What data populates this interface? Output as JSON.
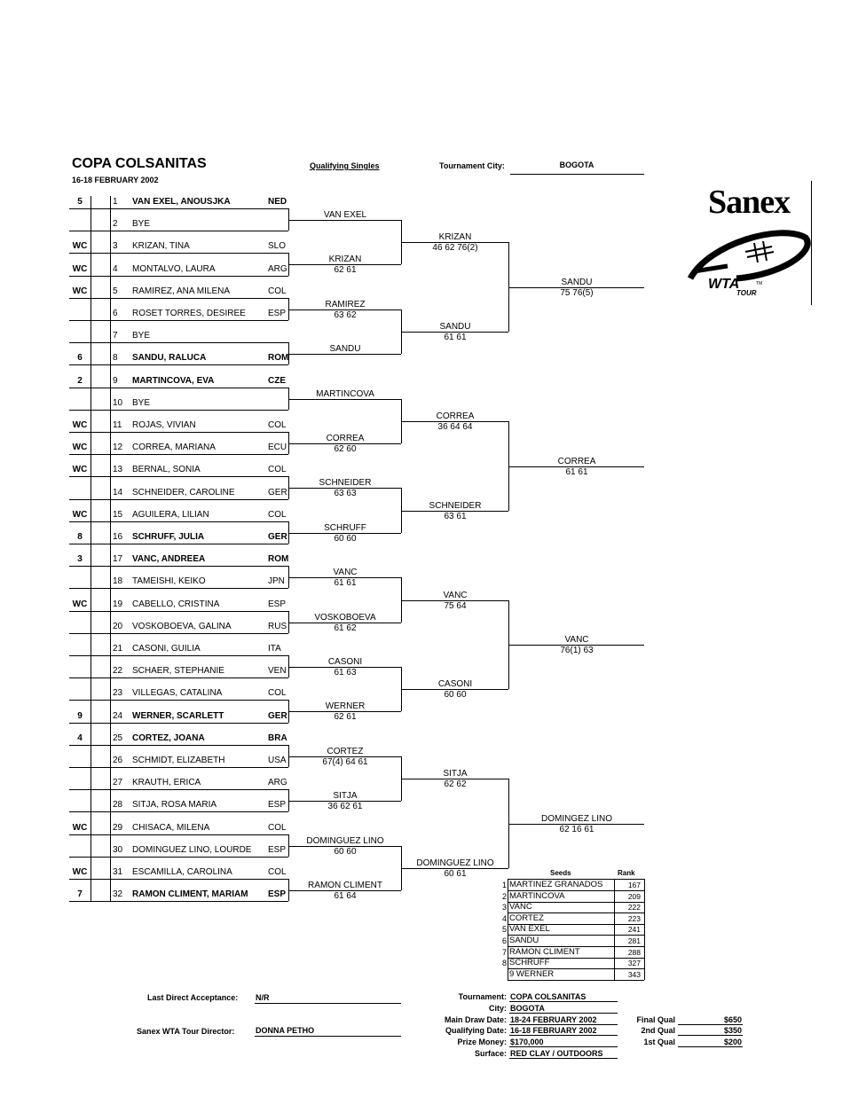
{
  "header": {
    "title": "COPA COLSANITAS",
    "dates": "16-18 FEBRUARY 2002",
    "draw_type": "Qualifying Singles",
    "city_label": "Tournament City:",
    "city": "BOGOTA"
  },
  "logo": {
    "brand": "Sanex",
    "tour": "WTA",
    "tour_sub": "TOUR",
    "tm": "TM"
  },
  "players": [
    {
      "seed": "5",
      "num": "1",
      "name": "VAN EXEL, ANOUSJKA",
      "nat": "NED",
      "bold": true
    },
    {
      "seed": "",
      "num": "2",
      "name": "BYE",
      "nat": "",
      "bold": false
    },
    {
      "seed": "WC",
      "num": "3",
      "name": "KRIZAN, TINA",
      "nat": "SLO",
      "bold": false
    },
    {
      "seed": "WC",
      "num": "4",
      "name": "MONTALVO, LAURA",
      "nat": "ARG",
      "bold": false
    },
    {
      "seed": "WC",
      "num": "5",
      "name": "RAMIREZ, ANA MILENA",
      "nat": "COL",
      "bold": false
    },
    {
      "seed": "",
      "num": "6",
      "name": "ROSET TORRES, DESIREE",
      "nat": "ESP",
      "bold": false
    },
    {
      "seed": "",
      "num": "7",
      "name": "BYE",
      "nat": "",
      "bold": false
    },
    {
      "seed": "6",
      "num": "8",
      "name": "SANDU, RALUCA",
      "nat": "ROM",
      "bold": true
    },
    {
      "seed": "2",
      "num": "9",
      "name": "MARTINCOVA, EVA",
      "nat": "CZE",
      "bold": true
    },
    {
      "seed": "",
      "num": "10",
      "name": "BYE",
      "nat": "",
      "bold": false
    },
    {
      "seed": "WC",
      "num": "11",
      "name": "ROJAS, VIVIAN",
      "nat": "COL",
      "bold": false
    },
    {
      "seed": "WC",
      "num": "12",
      "name": "CORREA, MARIANA",
      "nat": "ECU",
      "bold": false
    },
    {
      "seed": "WC",
      "num": "13",
      "name": "BERNAL, SONIA",
      "nat": "COL",
      "bold": false
    },
    {
      "seed": "",
      "num": "14",
      "name": "SCHNEIDER, CAROLINE",
      "nat": "GER",
      "bold": false
    },
    {
      "seed": "WC",
      "num": "15",
      "name": "AGUILERA, LILIAN",
      "nat": "COL",
      "bold": false
    },
    {
      "seed": "8",
      "num": "16",
      "name": "SCHRUFF, JULIA",
      "nat": "GER",
      "bold": true
    },
    {
      "seed": "3",
      "num": "17",
      "name": "VANC, ANDREEA",
      "nat": "ROM",
      "bold": true
    },
    {
      "seed": "",
      "num": "18",
      "name": "TAMEISHI, KEIKO",
      "nat": "JPN",
      "bold": false
    },
    {
      "seed": "WC",
      "num": "19",
      "name": "CABELLO, CRISTINA",
      "nat": "ESP",
      "bold": false
    },
    {
      "seed": "",
      "num": "20",
      "name": "VOSKOBOEVA, GALINA",
      "nat": "RUS",
      "bold": false
    },
    {
      "seed": "",
      "num": "21",
      "name": "CASONI, GUILIA",
      "nat": "ITA",
      "bold": false
    },
    {
      "seed": "",
      "num": "22",
      "name": "SCHAER, STEPHANIE",
      "nat": "VEN",
      "bold": false
    },
    {
      "seed": "",
      "num": "23",
      "name": "VILLEGAS, CATALINA",
      "nat": "COL",
      "bold": false
    },
    {
      "seed": "9",
      "num": "24",
      "name": "WERNER, SCARLETT",
      "nat": "GER",
      "bold": true
    },
    {
      "seed": "4",
      "num": "25",
      "name": "CORTEZ, JOANA",
      "nat": "BRA",
      "bold": true
    },
    {
      "seed": "",
      "num": "26",
      "name": "SCHMIDT, ELIZABETH",
      "nat": "USA",
      "bold": false
    },
    {
      "seed": "",
      "num": "27",
      "name": "KRAUTH, ERICA",
      "nat": "ARG",
      "bold": false
    },
    {
      "seed": "",
      "num": "28",
      "name": "SITJA, ROSA MARIA",
      "nat": "ESP",
      "bold": false
    },
    {
      "seed": "WC",
      "num": "29",
      "name": "CHISACA, MILENA",
      "nat": "COL",
      "bold": false
    },
    {
      "seed": "",
      "num": "30",
      "name": "DOMINGUEZ LINO, LOURDE",
      "nat": "ESP",
      "bold": false
    },
    {
      "seed": "WC",
      "num": "31",
      "name": "ESCAMILLA, CAROLINA",
      "nat": "COL",
      "bold": false
    },
    {
      "seed": "7",
      "num": "32",
      "name": "RAMON CLIMENT, MARIAM",
      "nat": "ESP",
      "bold": true
    }
  ],
  "round2": [
    {
      "name": "VAN EXEL",
      "score": ""
    },
    {
      "name": "KRIZAN",
      "score": "62 61"
    },
    {
      "name": "RAMIREZ",
      "score": "63 62"
    },
    {
      "name": "SANDU",
      "score": ""
    },
    {
      "name": "MARTINCOVA",
      "score": ""
    },
    {
      "name": "CORREA",
      "score": "62 60"
    },
    {
      "name": "SCHNEIDER",
      "score": "63 63"
    },
    {
      "name": "SCHRUFF",
      "score": "60 60"
    },
    {
      "name": "VANC",
      "score": "61 61"
    },
    {
      "name": "VOSKOBOEVA",
      "score": "61 62"
    },
    {
      "name": "CASONI",
      "score": "61 63"
    },
    {
      "name": "WERNER",
      "score": "62 61"
    },
    {
      "name": "CORTEZ",
      "score": "67(4) 64 61"
    },
    {
      "name": "SITJA",
      "score": "36 62 61"
    },
    {
      "name": "DOMINGUEZ LINO",
      "score": "60 60"
    },
    {
      "name": "RAMON CLIMENT",
      "score": "61 64"
    }
  ],
  "round3": [
    {
      "name": "KRIZAN",
      "score": "46 62 76(2)"
    },
    {
      "name": "SANDU",
      "score": "61 61"
    },
    {
      "name": "CORREA",
      "score": "36 64 64"
    },
    {
      "name": "SCHNEIDER",
      "score": "63 61"
    },
    {
      "name": "VANC",
      "score": "75 64"
    },
    {
      "name": "CASONI",
      "score": "60 60"
    },
    {
      "name": "SITJA",
      "score": "62 62"
    },
    {
      "name": "DOMINGUEZ LINO",
      "score": "60 61"
    }
  ],
  "qualifiers": [
    {
      "name": "SANDU",
      "score": "75 76(5)"
    },
    {
      "name": "CORREA",
      "score": "61 61"
    },
    {
      "name": "VANC",
      "score": "76(1) 63"
    },
    {
      "name": "DOMINGEZ LINO",
      "score": "62 16 61"
    }
  ],
  "seeds_table": {
    "seeds_header": "Seeds",
    "rank_header": "Rank",
    "rows": [
      {
        "num": "1",
        "name": "MARTINEZ GRANADOS",
        "rank": "167"
      },
      {
        "num": "2",
        "name": "MARTINCOVA",
        "rank": "209"
      },
      {
        "num": "3",
        "name": "VANC",
        "rank": "222"
      },
      {
        "num": "4",
        "name": "CORTEZ",
        "rank": "223"
      },
      {
        "num": "5",
        "name": "VAN EXEL",
        "rank": "241"
      },
      {
        "num": "6",
        "name": "SANDU",
        "rank": "281"
      },
      {
        "num": "7",
        "name": "RAMON CLIMENT",
        "rank": "288"
      },
      {
        "num": "8",
        "name": "SCHRUFF",
        "rank": "327"
      },
      {
        "num": "",
        "name": "9 WERNER",
        "rank": "343"
      }
    ]
  },
  "footer": {
    "lda_label": "Last Direct Acceptance:",
    "lda_value": "N/R",
    "director_label": "Sanex WTA Tour Director:",
    "director_value": "DONNA PETHO",
    "info": [
      {
        "label": "Tournament:",
        "value": "COPA COLSANITAS"
      },
      {
        "label": "City:",
        "value": "BOGOTA"
      },
      {
        "label": "Main Draw Date:",
        "value": "18-24 FEBRUARY 2002"
      },
      {
        "label": "Qualifying Date:",
        "value": "16-18 FEBRUARY 2002"
      },
      {
        "label": "Prize Money:",
        "value": "$170,000"
      },
      {
        "label": "Surface:",
        "value": "RED CLAY / OUTDOORS"
      }
    ],
    "prize": [
      {
        "label": "Final Qual",
        "value": "$650"
      },
      {
        "label": "2nd Qual",
        "value": "$350"
      },
      {
        "label": "1st Qual",
        "value": "$200"
      }
    ]
  }
}
